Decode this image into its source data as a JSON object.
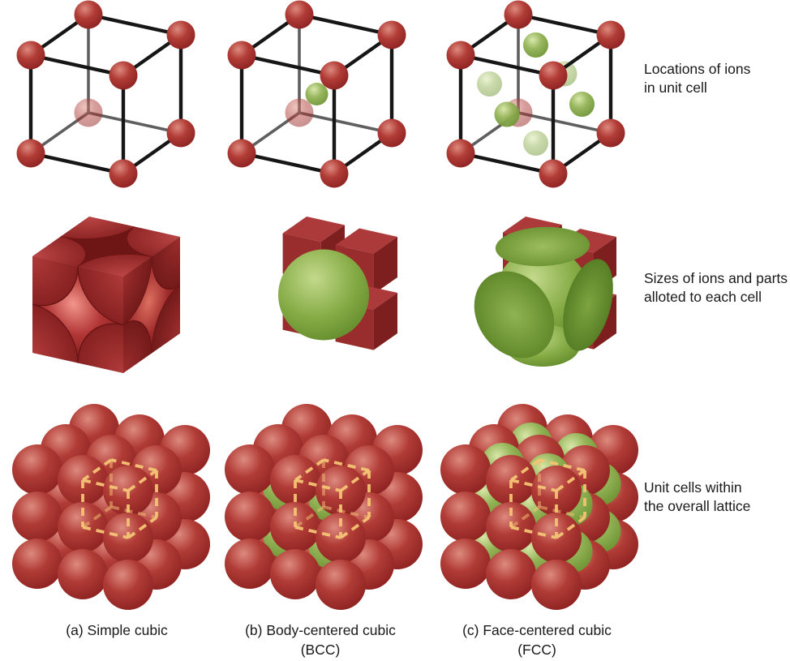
{
  "figure": {
    "description_rows": 3,
    "description_columns": 3
  },
  "colors": {
    "ion_red": "#a93434",
    "ion_red_dark": "#8a2020",
    "ion_red_highlight": "#dd8a7f",
    "ion_green": "#7da33c",
    "ion_green_dark": "#5d8726",
    "unit_cell_dash": "#f5c475",
    "edge_black": "#161616",
    "edge_gray": "#5f5f5f",
    "text": "#1a1a1a",
    "background": "#ffffff"
  },
  "side_labels": [
    {
      "lines": [
        "Locations of ions",
        "in unit cell"
      ]
    },
    {
      "lines": [
        "Sizes of ions and parts",
        "alloted to each cell"
      ]
    },
    {
      "lines": [
        "Unit cells within",
        "the overall lattice"
      ]
    }
  ],
  "captions": [
    {
      "lines": [
        "(a) Simple cubic",
        ""
      ]
    },
    {
      "lines": [
        "(b) Body-centered cubic",
        "(BCC)"
      ]
    },
    {
      "lines": [
        "(c) Face-centered cubic",
        "(FCC)"
      ]
    }
  ]
}
